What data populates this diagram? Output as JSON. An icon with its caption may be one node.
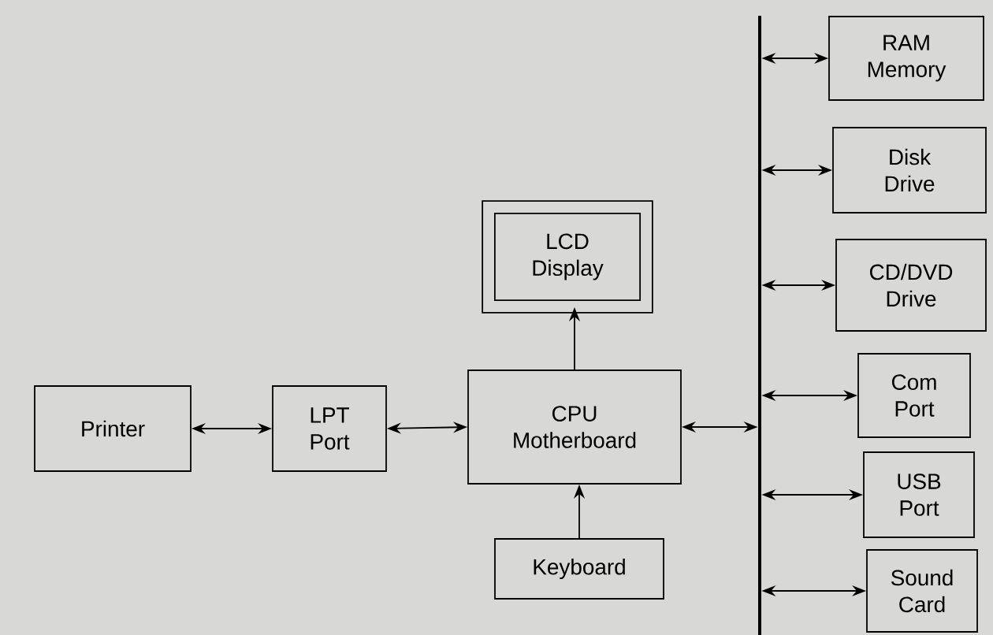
{
  "diagram": {
    "nodes": [
      {
        "text": [
          "Printer"
        ]
      },
      {
        "text": [
          "LPT Port"
        ]
      },
      {
        "text": [
          "CPU Motherboard"
        ]
      },
      {
        "text": [
          "LCD Display"
        ]
      },
      {
        "text": [
          "Keyboard"
        ]
      },
      {
        "text": [],
        "shape": "bar"
      },
      {
        "text": [
          "RAM Memory"
        ]
      },
      {
        "text": [
          "Disk Drive"
        ]
      },
      {
        "text": [
          "CD/DVD Drive"
        ]
      },
      {
        "text": [
          "Com Port"
        ]
      },
      {
        "text": [
          "USB Port"
        ]
      },
      {
        "text": [
          "Sound Card"
        ]
      }
    ],
    "edges": [
      {
        "from": 0,
        "to": 1,
        "arrow": "both"
      },
      {
        "from": 1,
        "to": 2,
        "arrow": "both"
      },
      {
        "from": 2,
        "to": 3,
        "arrow": "to"
      },
      {
        "from": 4,
        "to": 2,
        "arrow": "to"
      },
      {
        "from": 2,
        "to": 5,
        "arrow": "both"
      },
      {
        "from": 5,
        "to": 6,
        "arrow": "both"
      },
      {
        "from": 5,
        "to": 7,
        "arrow": "both"
      },
      {
        "from": 5,
        "to": 8,
        "arrow": "both"
      },
      {
        "from": 5,
        "to": 9,
        "arrow": "both"
      },
      {
        "from": 5,
        "to": 10,
        "arrow": "both"
      },
      {
        "from": 5,
        "to": 11,
        "arrow": "both"
      }
    ]
  }
}
